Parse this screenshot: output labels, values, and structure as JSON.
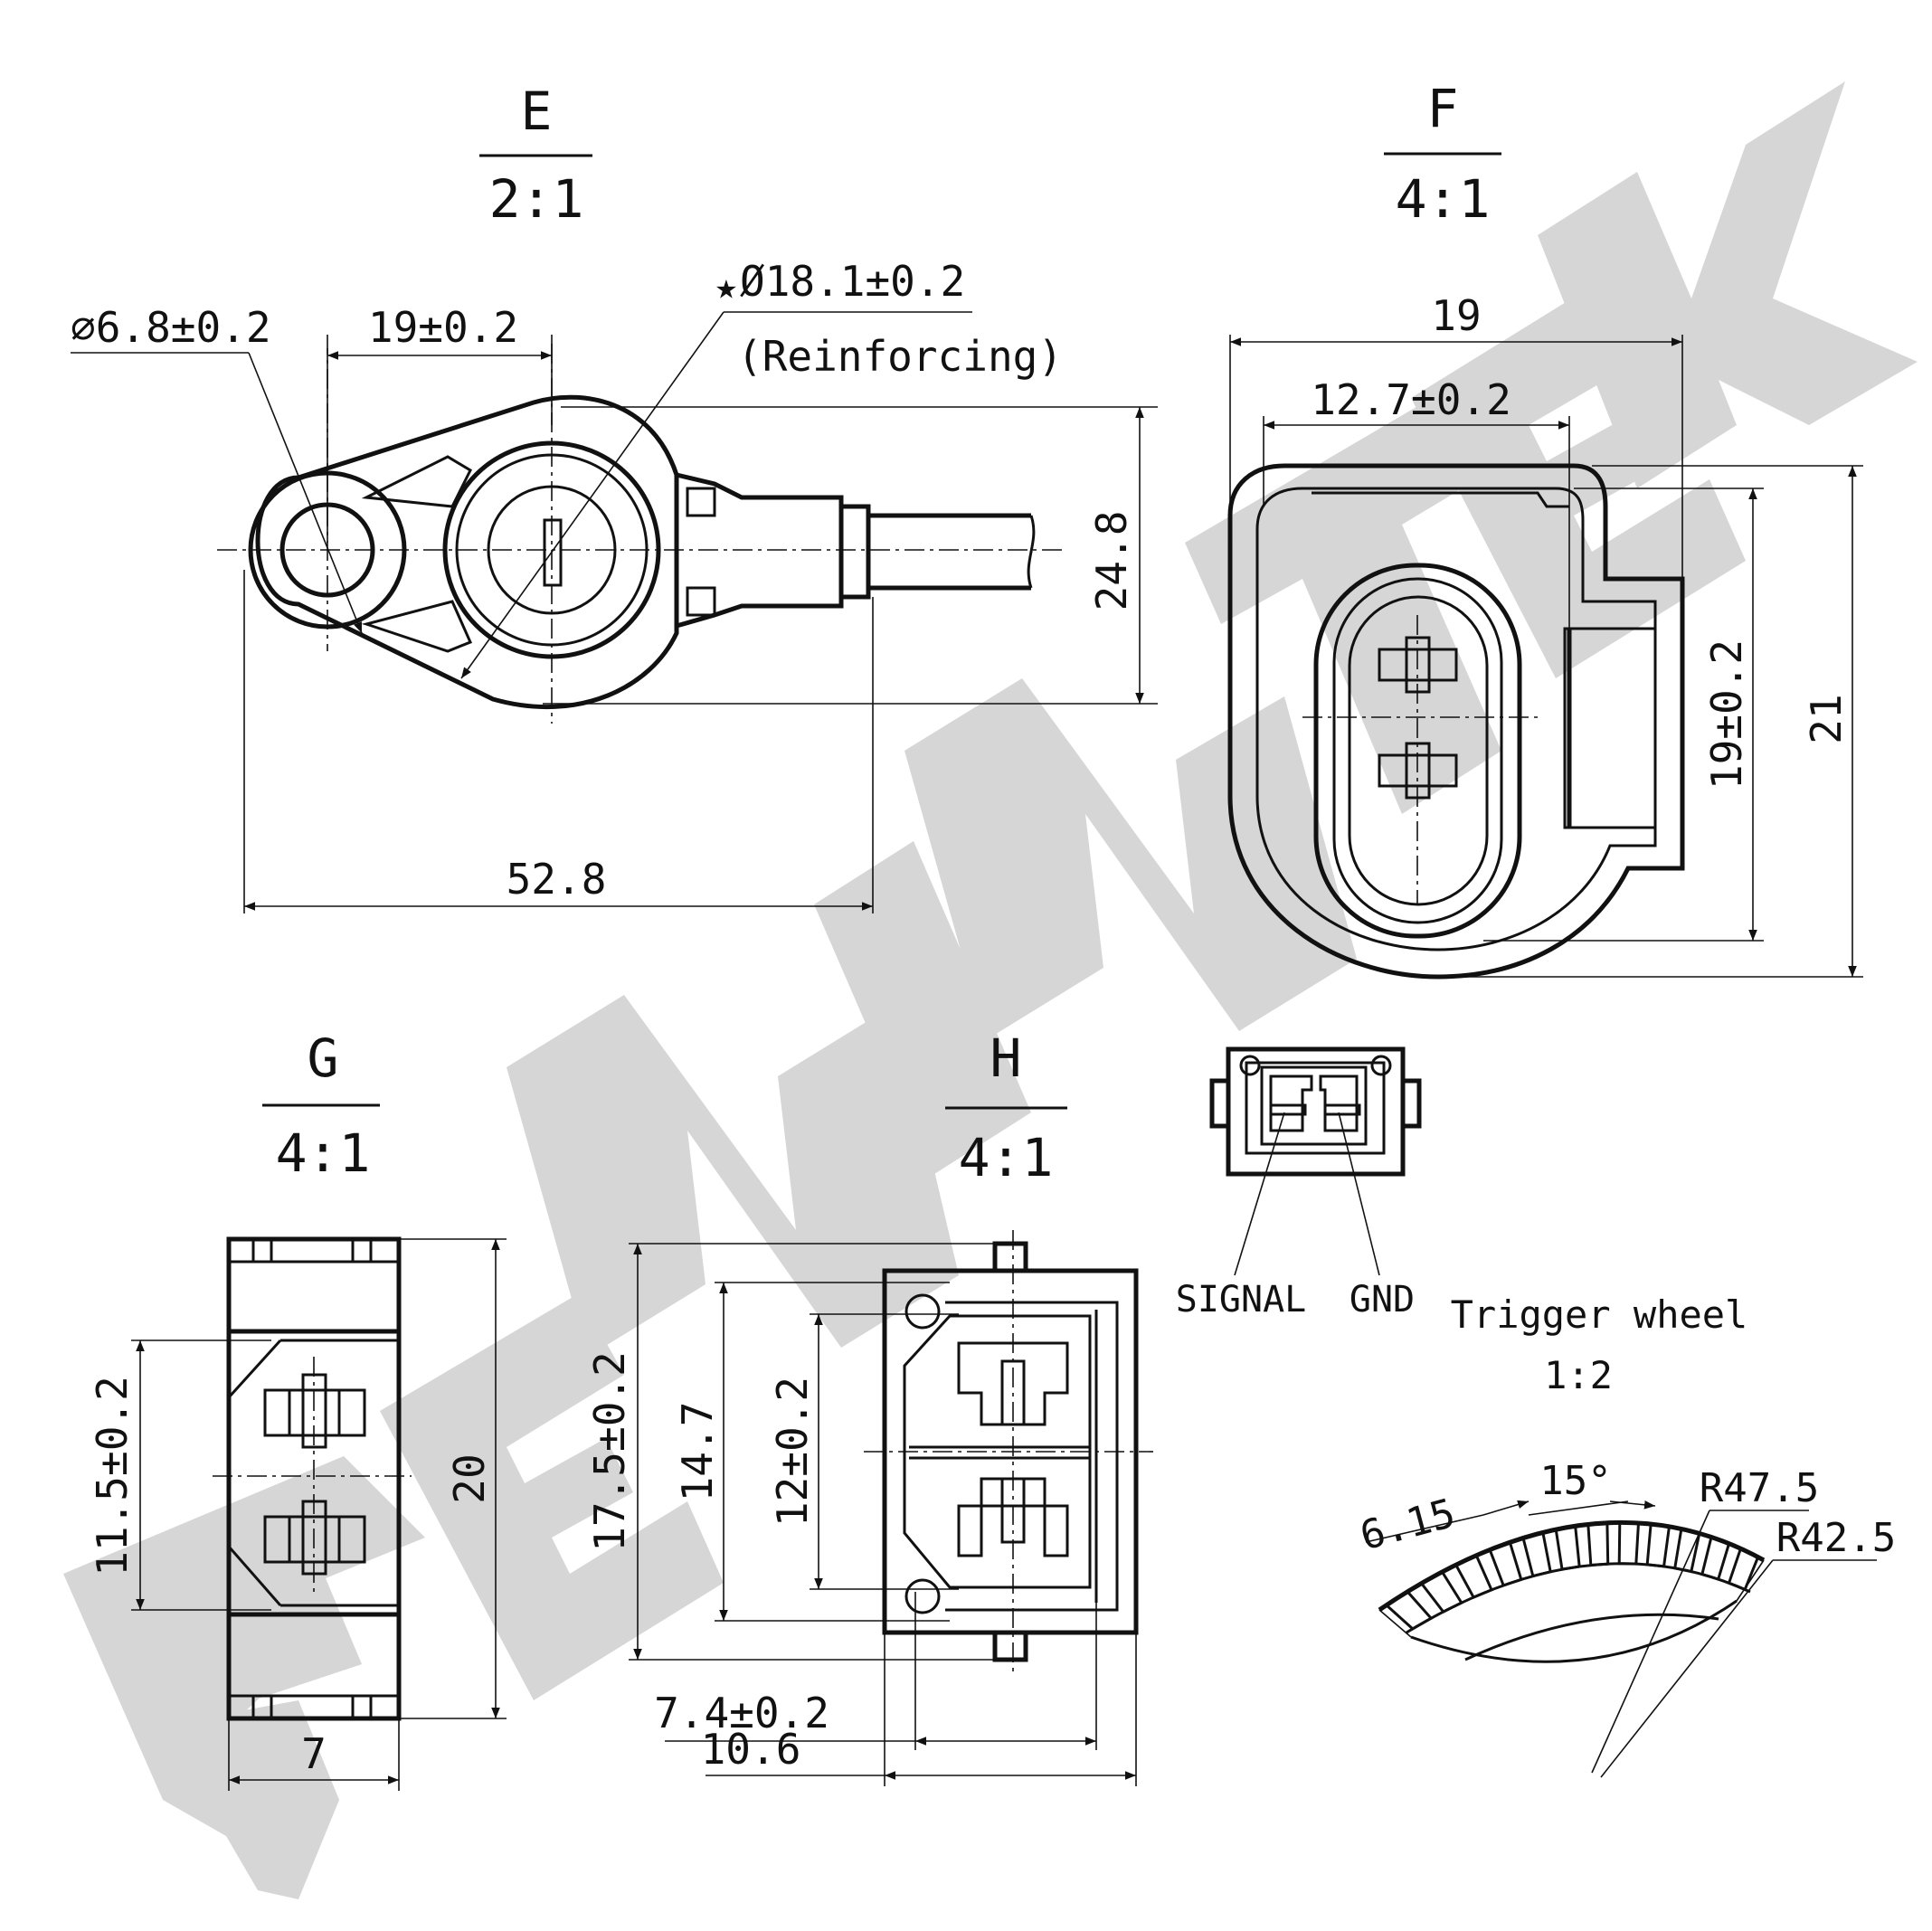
{
  "colors": {
    "line": "#111111",
    "watermark": "#d6d6d6",
    "background": "#ffffff"
  },
  "watermark": "ZENINTEK",
  "views": {
    "E": {
      "name": "E",
      "scale": "2:1",
      "dims": {
        "hole": "⌀6.8±0.2",
        "pitch": "19±0.2",
        "boss": "Ø18.1±0.2",
        "boss_note": "(Reinforcing)",
        "height": "24.8",
        "length": "52.8"
      }
    },
    "F": {
      "name": "F",
      "scale": "4:1",
      "dims": {
        "width": "19",
        "inner_width": "12.7±0.2",
        "inner_height": "19±0.2",
        "height": "21"
      }
    },
    "G": {
      "name": "G",
      "scale": "4:1",
      "dims": {
        "pitch": "11.5±0.2",
        "height": "20",
        "width": "7"
      }
    },
    "H": {
      "name": "H",
      "scale": "4:1",
      "dims": {
        "outer": "17.5±0.2",
        "mid": "14.7",
        "inner": "12±0.2",
        "inner_width": "7.4±0.2",
        "width": "10.6"
      }
    }
  },
  "pinout": {
    "signal": "SIGNAL",
    "gnd": "GND"
  },
  "trigger_wheel": {
    "title": "Trigger wheel",
    "scale": "1:2",
    "tooth": "6.15",
    "angle": "15°",
    "r_outer": "R47.5",
    "r_inner": "R42.5"
  }
}
